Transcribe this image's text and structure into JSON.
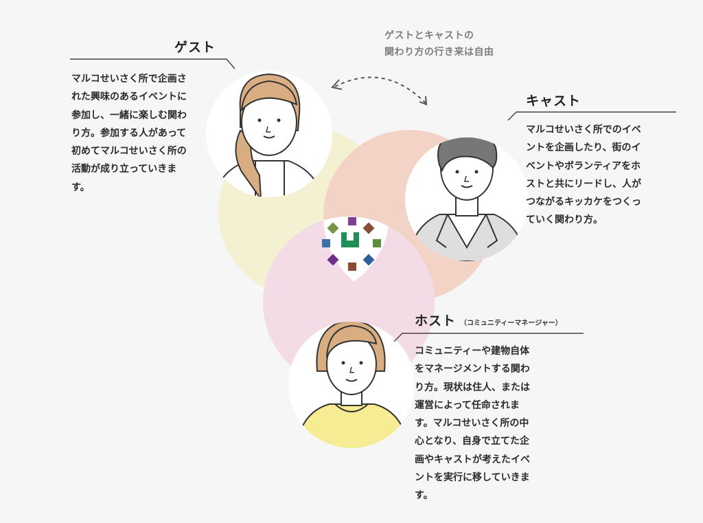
{
  "note": {
    "line1": "ゲストとキャストの",
    "line2": "関わり方の行き来は自由"
  },
  "guest": {
    "title": "ゲスト",
    "lines": [
      "マルコせいさく所で企画さ",
      "れた興味のあるイベントに",
      "参加し、一緒に楽しむ関わ",
      "り方。参加する人があって",
      "初めてマルコせいさく所の",
      "活動が成り立っていきま",
      "す。"
    ]
  },
  "cast": {
    "title": "キャスト",
    "lines": [
      "マルコせいさく所でのイベ",
      "ントを企画したり、街のイ",
      "ベントやボランティアをホ",
      "ストと共にリードし、人が",
      "つながるキッカケをつくっ",
      "ていく関わり方。"
    ]
  },
  "host": {
    "title": "ホスト",
    "subtitle": "（コミュニティーマネージャー）",
    "lines": [
      "コミュニティーや建物自体",
      "をマネージメントする関わ",
      "り方。現状は住人、または",
      "運営によって任命されま",
      "す。マルコせいさく所の中",
      "心となり、自身で立てた企",
      "画やキャストが考えたイベ",
      "ントを実行に移していきま",
      "す。"
    ]
  },
  "colors": {
    "guest_circle": "#f4f1d2",
    "cast_circle": "#f2d3c5",
    "host_circle": "#f3dce5",
    "hair_guest": "#d9ad82",
    "hair_cast": "#777777",
    "hair_host": "#d9ad82",
    "shirt_host": "#f6ec94",
    "jacket_cast": "#dedede"
  },
  "icons": [
    "guest-person-icon",
    "cast-person-icon",
    "host-person-icon",
    "logo-icon",
    "bidirectional-arrow-icon"
  ]
}
